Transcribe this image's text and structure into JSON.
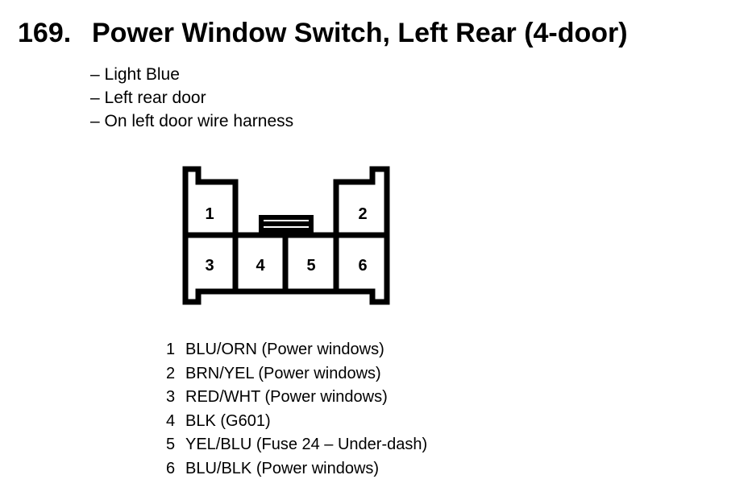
{
  "heading": {
    "number": "169.",
    "title": "Power Window Switch, Left Rear (4-door)"
  },
  "details": [
    "– Light Blue",
    "– Left rear door",
    "– On left door wire harness"
  ],
  "connector": {
    "cavities": [
      "1",
      "2",
      "3",
      "4",
      "5",
      "6"
    ]
  },
  "pins": [
    {
      "num": "1",
      "desc": "BLU/ORN (Power windows)"
    },
    {
      "num": "2",
      "desc": "BRN/YEL (Power windows)"
    },
    {
      "num": "3",
      "desc": "RED/WHT (Power windows)"
    },
    {
      "num": "4",
      "desc": "BLK (G601)"
    },
    {
      "num": "5",
      "desc": "YEL/BLU (Fuse 24 – Under-dash)"
    },
    {
      "num": "6",
      "desc": "BLU/BLK (Power windows)"
    }
  ]
}
